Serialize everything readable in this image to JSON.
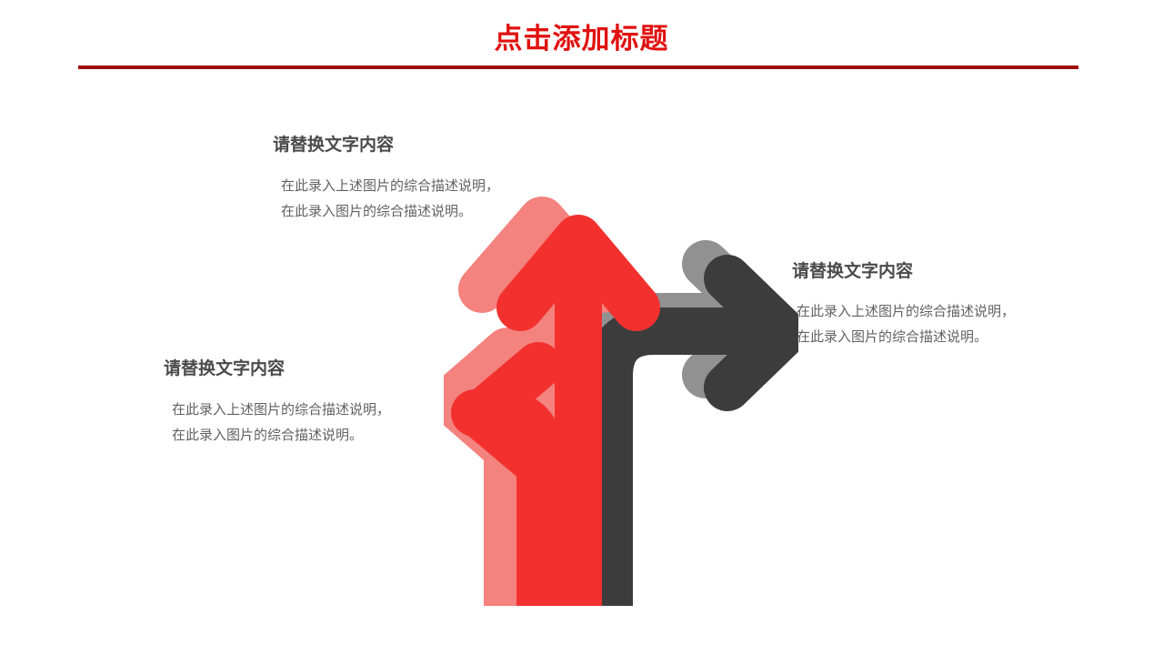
{
  "slide": {
    "title": "点击添加标题",
    "background_color": "#ffffff",
    "title_color": "#e0110f",
    "rule_color": "#9e0b0b"
  },
  "text_blocks": [
    {
      "id": "top-left",
      "heading": "请替换文字内容",
      "body_line1": "在此录入上述图片的综合描述说明，",
      "body_line2": "在此录入图片的综合描述说明。",
      "heading_color": "#4a4a4a",
      "body_color": "#616161"
    },
    {
      "id": "right",
      "heading": "请替换文字内容",
      "body_line1": "在此录入上述图片的综合描述说明，",
      "body_line2": "在此录入图片的综合描述说明。",
      "heading_color": "#4a4a4a",
      "body_color": "#616161"
    },
    {
      "id": "bottom-left",
      "heading": "请替换文字内容",
      "body_line1": "在此录入上述图片的综合描述说明，",
      "body_line2": "在此录入图片的综合描述说明。",
      "heading_color": "#4a4a4a",
      "body_color": "#616161"
    }
  ],
  "graphic": {
    "name": "three-branching-arrows",
    "description": "三箭头分叉图形：左转红色箭头、直上红色箭头、右转深灰箭头，各带浅色立体投影",
    "arrows": [
      {
        "id": "up",
        "direction": "up",
        "color": "#f2312f",
        "shadow_color": "#f4827e"
      },
      {
        "id": "left",
        "direction": "left",
        "color": "#f2312f",
        "shadow_color": "#f4827e"
      },
      {
        "id": "right",
        "direction": "right",
        "color": "#3c3c3c",
        "shadow_color": "#919191"
      }
    ],
    "accent_color": "#f5b70d"
  }
}
